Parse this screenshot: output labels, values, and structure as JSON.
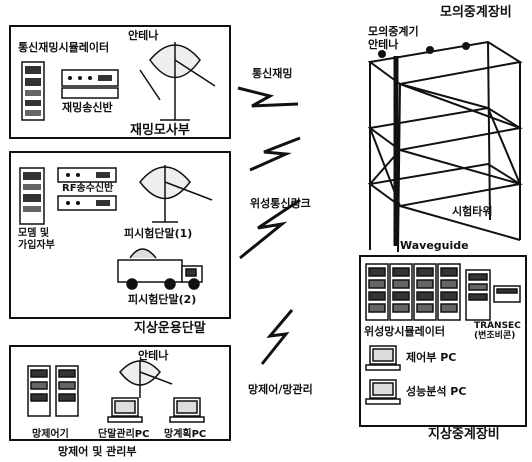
{
  "labels": {
    "comm_sim": "통신재밍시뮬레이터",
    "antenna_top": "안테나",
    "jam_tx": "재밍송신반",
    "jamming_station": "재밍모사부",
    "modem": "모뎀 및\n가입자부",
    "rf_trx": "RF송수신반",
    "test_terminal1": "피시험단말(1)",
    "test_terminal2": "피시험단말(2)",
    "ground_ops": "지상운용단말",
    "antenna_bottom": "안테나",
    "net_controller": "망제어기",
    "terminal_pc": "단말관리PC",
    "net_plan_pc": "망계획PC",
    "net_mgmt_unit": "망제어 및 관리부",
    "comm_jamming": "통신재밍",
    "sat_link": "위성통신링크",
    "net_control_link": "망제어/망관리",
    "sim_relay_equip": "모의중계장비",
    "sim_repeater_antenna": "모의중계기\n안테나",
    "test_tower": "시험타워",
    "waveguide": "Waveguide",
    "sat_net_sim": "위성망시뮬레이터",
    "transec": "TRANSEC\n(변조비콘)",
    "control_pc": "제어부 PC",
    "perf_pc": "성능분석 PC",
    "ground_relay_equip": "지상중계장비"
  }
}
